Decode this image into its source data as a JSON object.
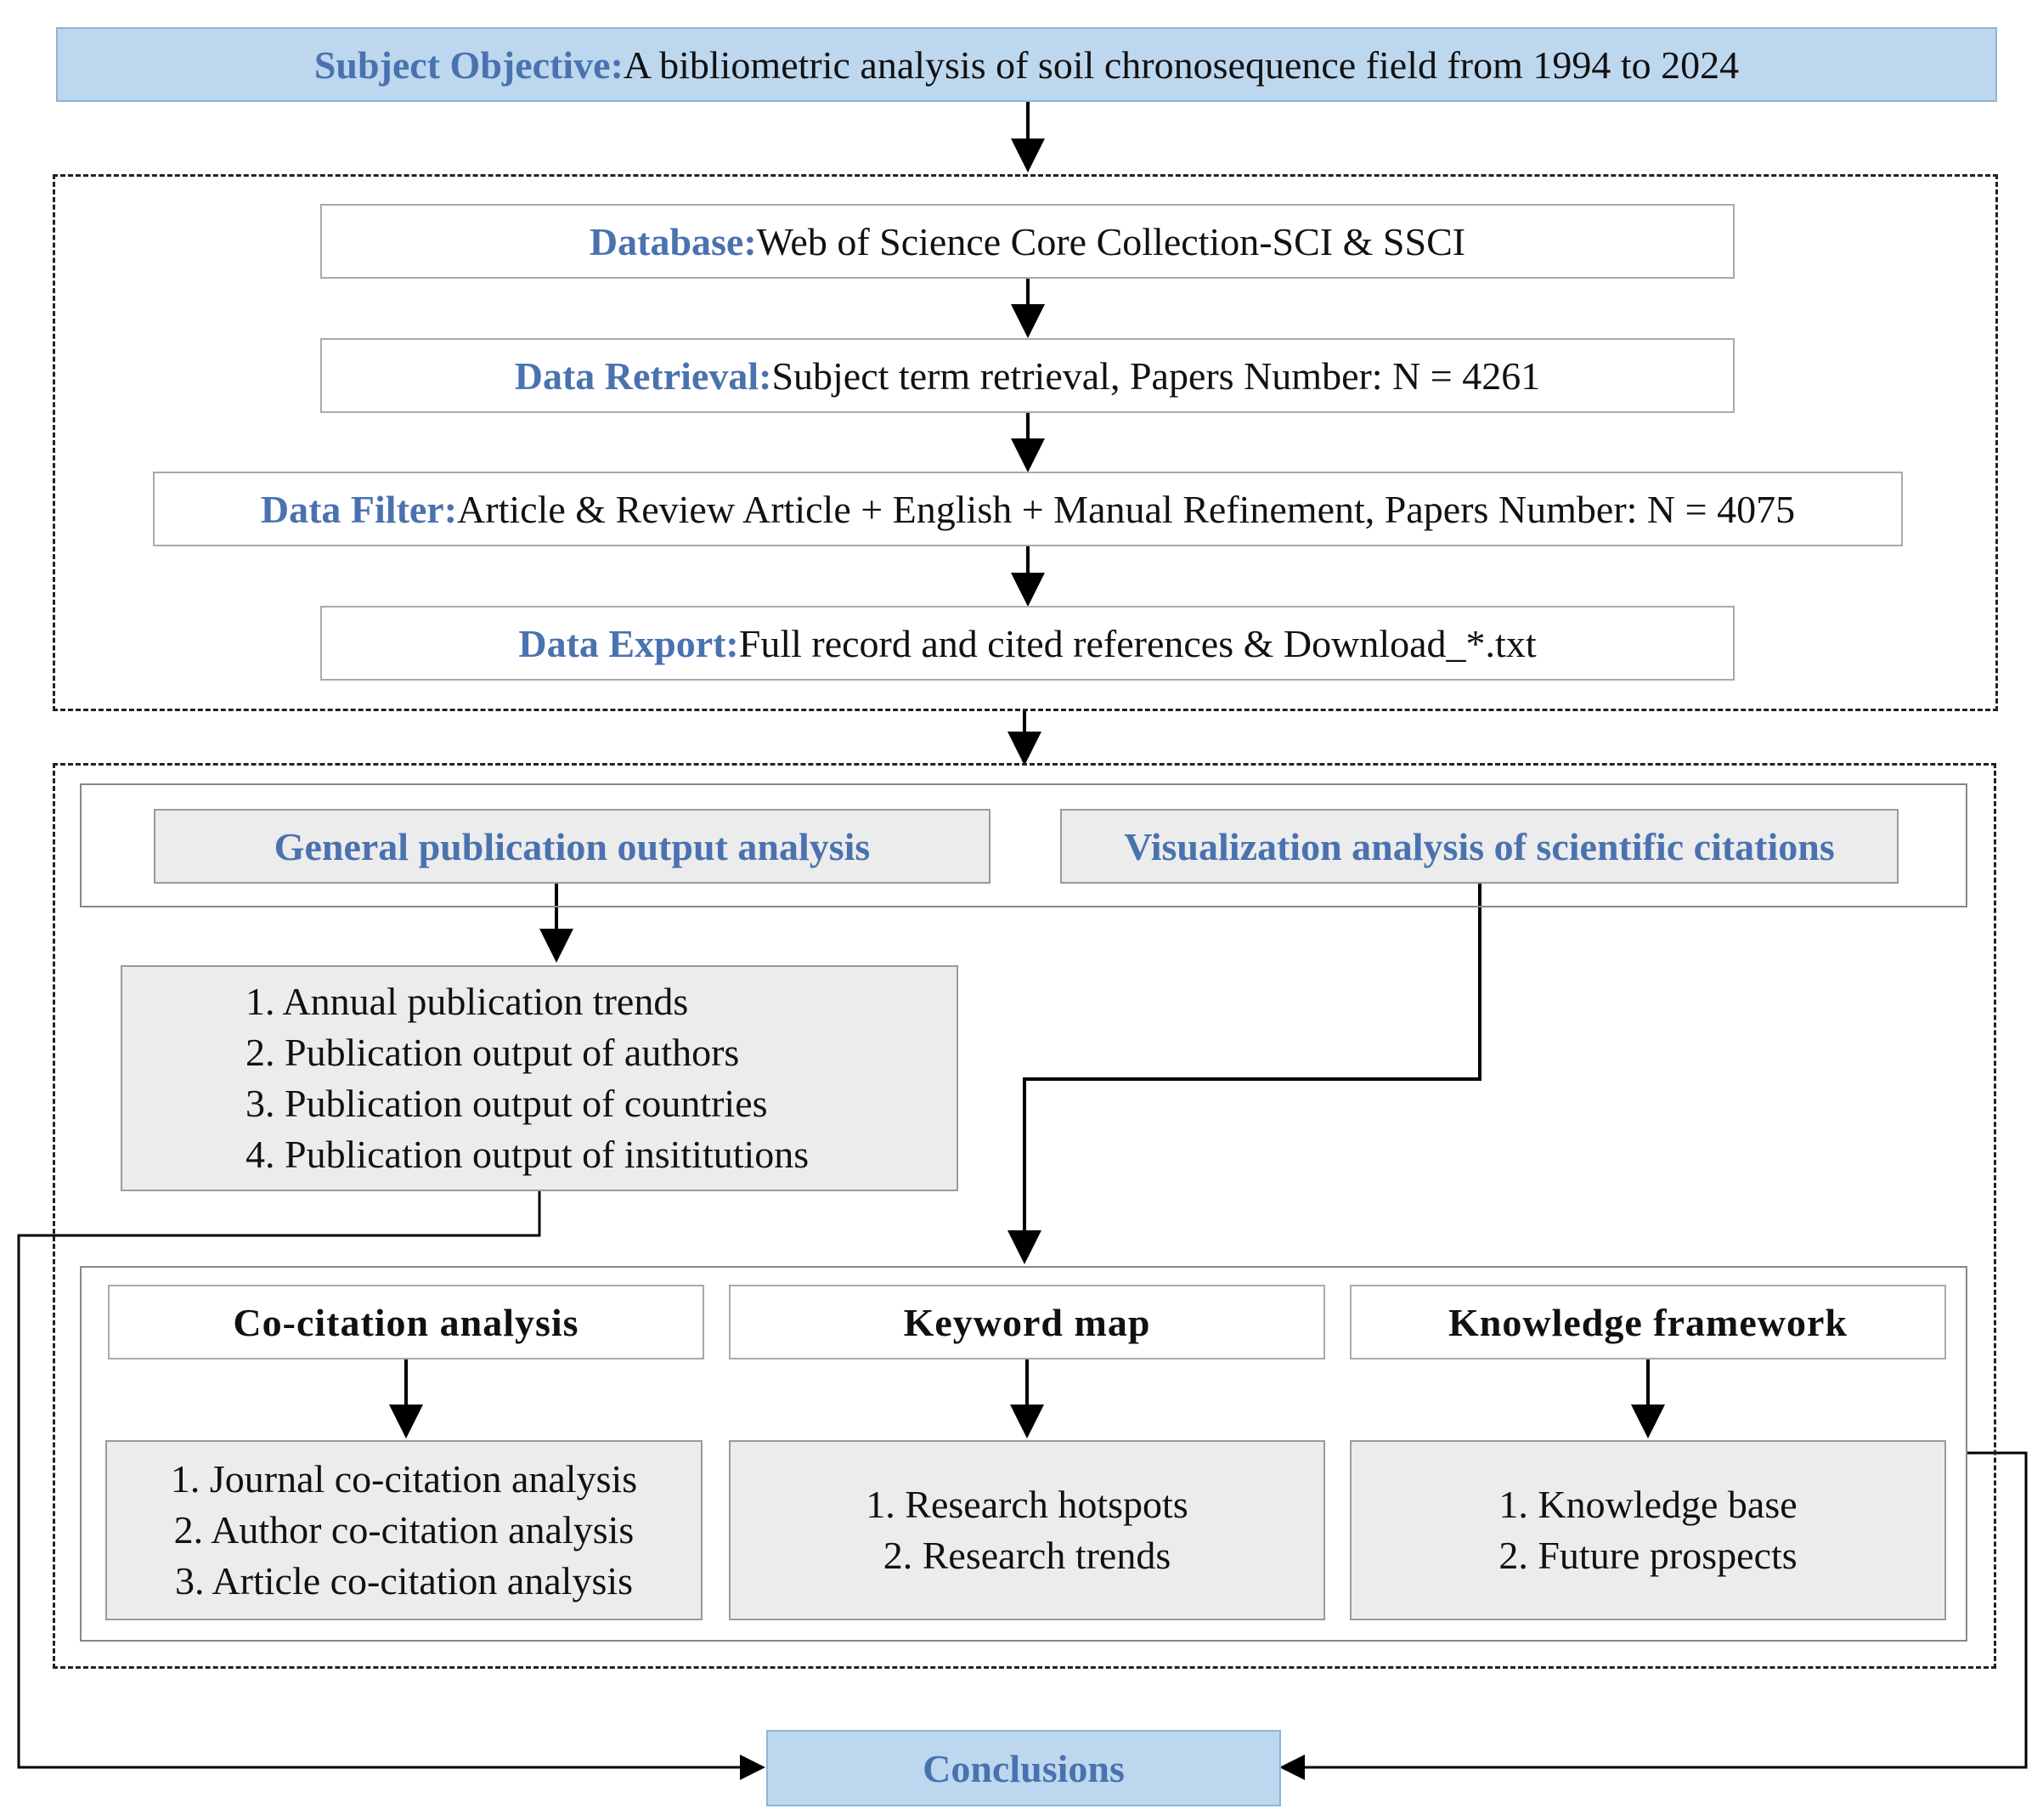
{
  "objective": {
    "label": "Subject Objective:",
    "text": " A bibliometric analysis of soil chronosequence field from 1994 to 2024"
  },
  "steps": [
    {
      "label": "Database:",
      "text": " Web of Science Core Collection-SCI & SSCI"
    },
    {
      "label": "Data Retrieval:",
      "text": " Subject term retrieval, Papers Number: N = 4261"
    },
    {
      "label": "Data Filter:",
      "text": " Article & Review Article + English + Manual Refinement, Papers Number: N = 4075"
    },
    {
      "label": "Data Export:",
      "text": " Full record and cited references & Download_*.txt"
    }
  ],
  "analysis": {
    "general": "General publication output analysis",
    "visual": "Visualization analysis of scientific citations",
    "general_items": [
      "1. Annual publication trends",
      "2. Publication output of authors",
      "3. Publication output of countries",
      "4. Publication output of insititutions"
    ]
  },
  "modules": [
    {
      "title": "Co-citation analysis",
      "items": [
        "1. Journal co-citation analysis",
        "2. Author co-citation analysis",
        "3. Article co-citation analysis"
      ]
    },
    {
      "title": "Keyword map",
      "items": [
        "1. Research hotspots",
        "2. Research trends"
      ]
    },
    {
      "title": "Knowledge framework",
      "items": [
        "1. Knowledge base",
        "2. Future prospects"
      ]
    }
  ],
  "conclusion": "Conclusions"
}
